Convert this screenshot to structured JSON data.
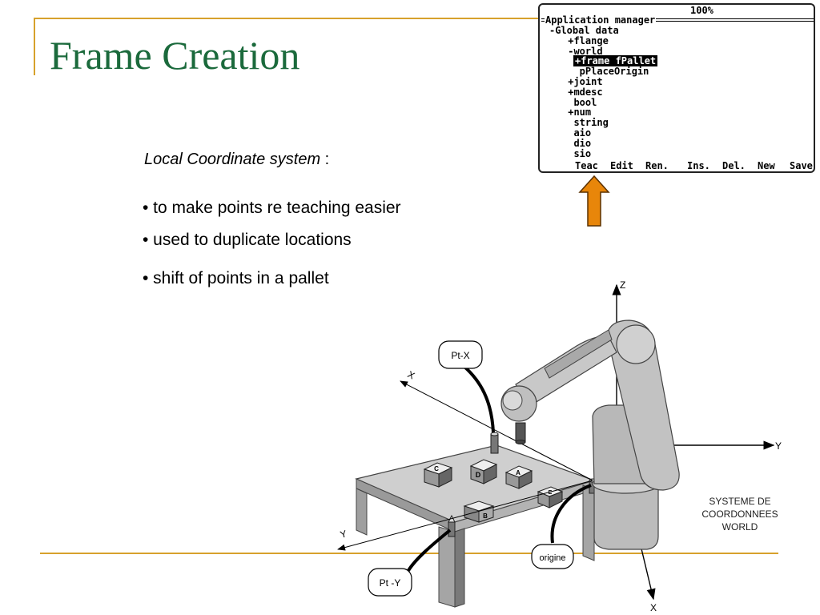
{
  "slide": {
    "title": "Frame Creation",
    "subtitle_italic": "Local Coordinate system",
    "subtitle_suffix": " :",
    "bullets": [
      "• to make points re teaching easier",
      "• used to duplicate locations",
      "• shift of points in a pallet"
    ]
  },
  "pendant": {
    "zoom": "100%",
    "header": "Application manager",
    "tree": [
      "-Global data",
      " +flange",
      " -world",
      "+frame fPallet",
      "   pPlaceOrigin",
      " +joint",
      " +mdesc",
      "  bool",
      " +num",
      "  string",
      "  aio",
      "  dio",
      "  sio"
    ],
    "menu": [
      "Teac",
      "Edit",
      "Ren.",
      "Ins.",
      "Del.",
      "New",
      "Save"
    ]
  },
  "arrow": {
    "fill": "#e8860a",
    "stroke": "#5a3000"
  },
  "diagram": {
    "labels": {
      "pt_x": "Pt-X",
      "pt_y": "Pt -Y",
      "origine": "origine",
      "axis_x_table": "X",
      "axis_y_table": "Y",
      "axis_z": "Z",
      "axis_y_world": "Y",
      "axis_x_world": "X",
      "system_line1": "SYSTEME DE",
      "system_line2": "COORDONNEES",
      "system_line3": "WORLD"
    },
    "box_letters": [
      "C",
      "D",
      "A",
      "E",
      "B"
    ]
  }
}
